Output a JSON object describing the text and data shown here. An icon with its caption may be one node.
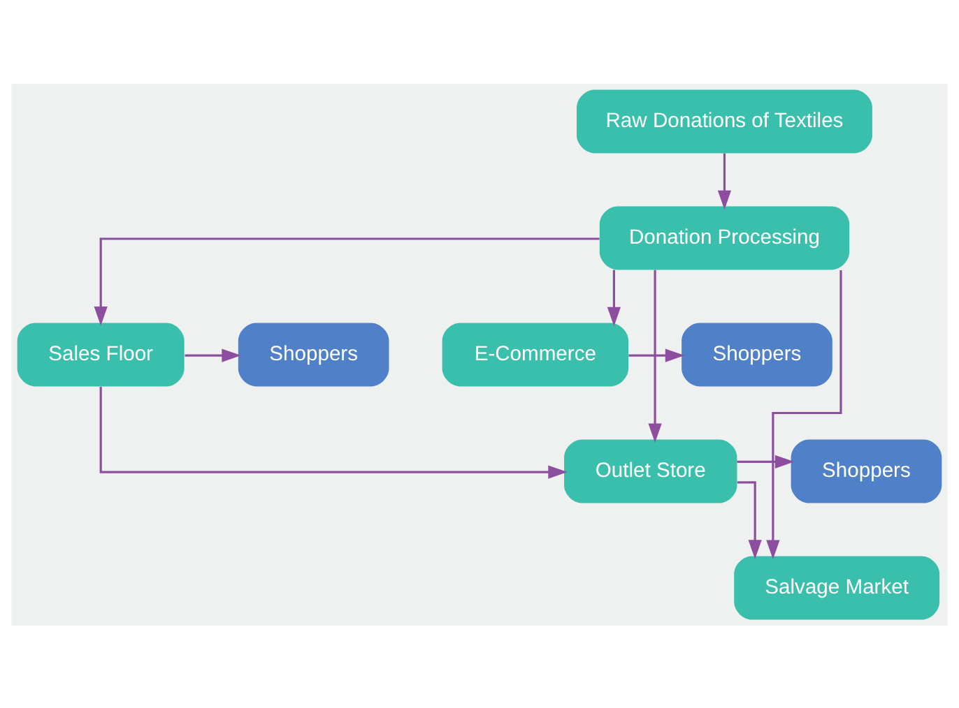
{
  "diagram": {
    "nodes": [
      {
        "text": [
          "Raw Donations of Textiles"
        ]
      },
      {
        "text": [
          "Donation Processing"
        ]
      },
      {
        "text": [
          "Shoppers"
        ]
      },
      {
        "text": [
          "Sales Floor"
        ]
      },
      {
        "text": [
          "E-Commerce"
        ]
      },
      {
        "text": [
          "Shoppers"
        ]
      },
      {
        "text": [
          "Shoppers"
        ]
      },
      {
        "text": [
          "Outlet Store"
        ]
      },
      {
        "text": [
          "Salvage Market"
        ]
      }
    ],
    "edges": [
      {
        "from": 0,
        "to": 1,
        "arrow": "to"
      },
      {
        "from": 1,
        "to": 3,
        "arrow": "to"
      },
      {
        "from": 1,
        "to": 4,
        "arrow": "to"
      },
      {
        "from": 1,
        "to": 7,
        "arrow": "to"
      },
      {
        "from": 1,
        "to": 8,
        "arrow": "to"
      },
      {
        "from": 3,
        "to": 2,
        "arrow": "to"
      },
      {
        "from": 4,
        "to": 5,
        "arrow": "to"
      },
      {
        "from": 3,
        "to": 7,
        "arrow": "to"
      },
      {
        "from": 7,
        "to": 6,
        "arrow": "to"
      },
      {
        "from": 7,
        "to": 8,
        "arrow": "to"
      }
    ]
  }
}
